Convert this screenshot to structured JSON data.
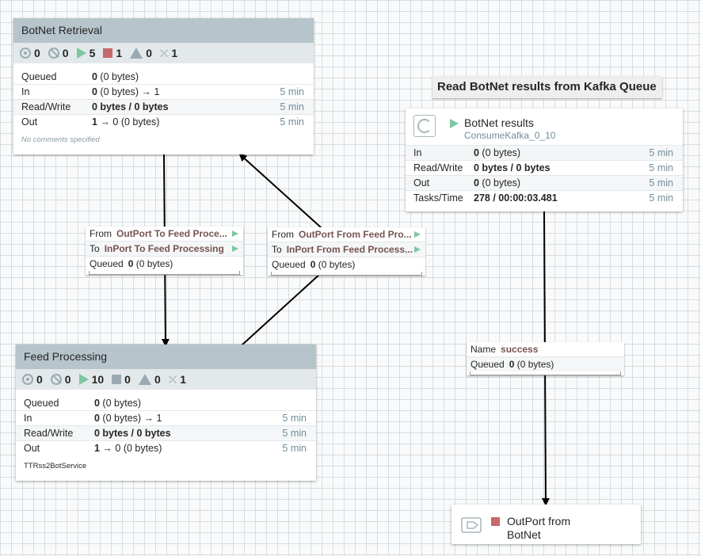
{
  "groups": [
    {
      "title": "BotNet Retrieval",
      "stats": {
        "transmitting": "0",
        "not_transmitting": "0",
        "running": "5",
        "stopped": "1",
        "invalid": "0",
        "disabled": "1"
      },
      "rows": [
        {
          "label": "Queued",
          "value_bold": "0",
          "value_rest": " (0 bytes)",
          "time": ""
        },
        {
          "label": "In",
          "value_bold": "0",
          "value_rest": " (0 bytes) → 1",
          "time": "5 min"
        },
        {
          "label": "Read/Write",
          "value_bold": "0 bytes / 0 bytes",
          "value_rest": "",
          "time": "5 min"
        },
        {
          "label": "Out",
          "value_bold": "1",
          "value_rest": " → 0 (0 bytes)",
          "time": "5 min"
        }
      ],
      "comment": "No comments specified"
    },
    {
      "title": "Feed Processing",
      "stats": {
        "transmitting": "0",
        "not_transmitting": "0",
        "running": "10",
        "stopped": "0",
        "invalid": "0",
        "disabled": "1"
      },
      "rows": [
        {
          "label": "Queued",
          "value_bold": "0",
          "value_rest": " (0 bytes)",
          "time": ""
        },
        {
          "label": "In",
          "value_bold": "0",
          "value_rest": " (0 bytes) → 1",
          "time": "5 min"
        },
        {
          "label": "Read/Write",
          "value_bold": "0 bytes / 0 bytes",
          "value_rest": "",
          "time": "5 min"
        },
        {
          "label": "Out",
          "value_bold": "1",
          "value_rest": " → 0 (0 bytes)",
          "time": "5 min"
        }
      ],
      "comment": "TTRss2BotService"
    }
  ],
  "connections": [
    {
      "from_label": "From",
      "from": "OutPort To Feed Proce...",
      "to_label": "To",
      "to": "InPort To Feed Processing",
      "queued_label": "Queued",
      "queued_bold": "0",
      "queued_rest": " (0 bytes)"
    },
    {
      "from_label": "From",
      "from": "OutPort From Feed Pro...",
      "to_label": "To",
      "to": "InPort From Feed Process...",
      "queued_label": "Queued",
      "queued_bold": "0",
      "queued_rest": " (0 bytes)"
    },
    {
      "name_label": "Name",
      "name": "success",
      "queued_label": "Queued",
      "queued_bold": "0",
      "queued_rest": " (0 bytes)"
    }
  ],
  "label": {
    "text": "Read BotNet results from Kafka Queue"
  },
  "processor": {
    "name": "BotNet results",
    "type": "ConsumeKafka_0_10",
    "rows": [
      {
        "label": "In",
        "value_bold": "0",
        "value_rest": " (0 bytes)",
        "time": "5 min"
      },
      {
        "label": "Read/Write",
        "value_bold": "0 bytes / 0 bytes",
        "value_rest": "",
        "time": "5 min"
      },
      {
        "label": "Out",
        "value_bold": "0",
        "value_rest": " (0 bytes)",
        "time": "5 min"
      },
      {
        "label": "Tasks/Time",
        "value_bold": "278 / 00:00:03.481",
        "value_rest": "",
        "time": "5 min"
      }
    ]
  },
  "output_port": {
    "name_line1": "OutPort from",
    "name_line2": "BotNet"
  },
  "colors": {
    "running": "#7dc7a0",
    "stopped": "#c7686c",
    "header": "#b6c4cb",
    "stats_bg": "#e3e8eb"
  }
}
